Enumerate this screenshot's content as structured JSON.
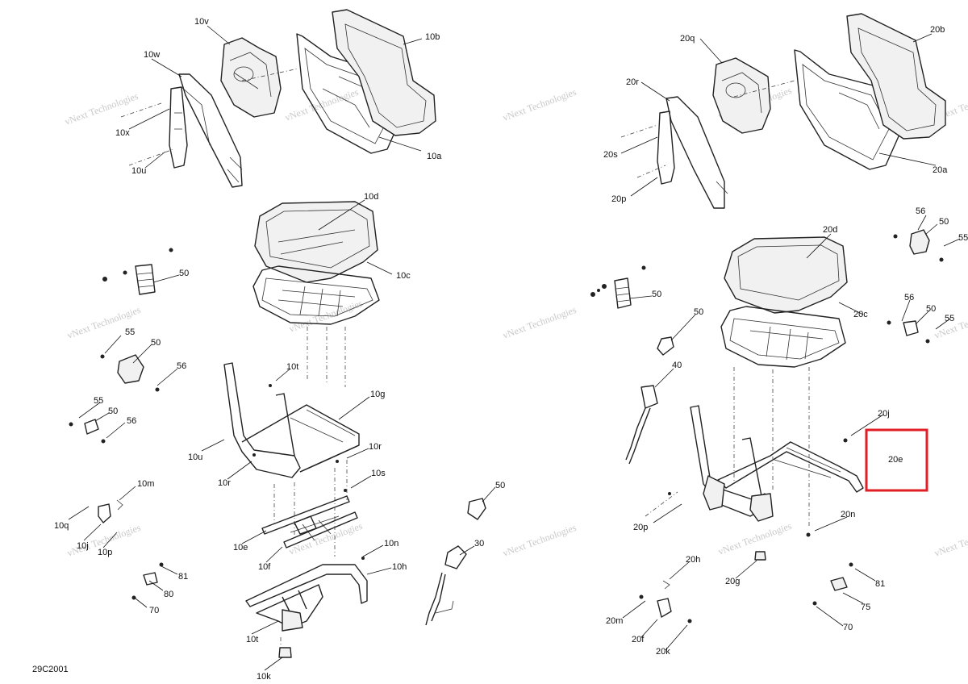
{
  "diagram_id": "29C2001",
  "watermark_text": "vNext Technologies",
  "highlight": {
    "label": "20e",
    "color": "#e01e25"
  },
  "left_assembly": {
    "callouts": [
      "10v",
      "10w",
      "10b",
      "10x",
      "10a",
      "10u",
      "10d",
      "10c",
      "50",
      "55",
      "50",
      "56",
      "55",
      "50",
      "56",
      "10t",
      "10g",
      "10u",
      "10r",
      "10r",
      "10s",
      "10m",
      "10q",
      "10j",
      "10p",
      "10e",
      "10n",
      "10f",
      "10h",
      "81",
      "80",
      "70",
      "30",
      "50",
      "10t",
      "10k"
    ]
  },
  "right_assembly": {
    "callouts": [
      "20q",
      "20b",
      "20r",
      "20s",
      "20a",
      "20p",
      "20d",
      "56",
      "50",
      "55",
      "50",
      "50",
      "20c",
      "56",
      "50",
      "55",
      "40",
      "20j",
      "20e",
      "20p",
      "20n",
      "20h",
      "81",
      "20g",
      "75",
      "20m",
      "20f",
      "20k",
      "70"
    ]
  }
}
